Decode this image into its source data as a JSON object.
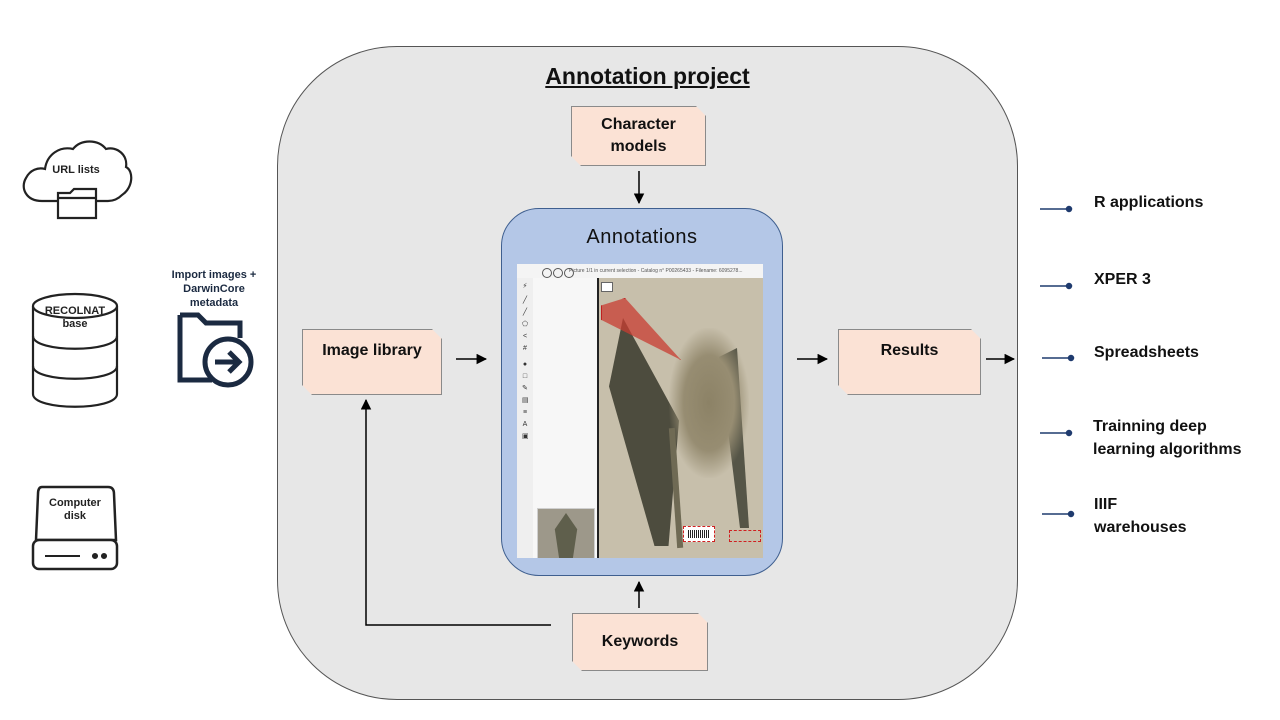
{
  "project": {
    "title": "Annotation project"
  },
  "sources": [
    {
      "label": "URL lists",
      "icon": "cloud-folder-icon"
    },
    {
      "label": "RECOLNAT base",
      "icon": "database-icon"
    },
    {
      "label": "Computer disk",
      "icon": "disk-drive-icon"
    }
  ],
  "import": {
    "label": "Import images + DarwinCore metadata",
    "icon": "folder-import-icon"
  },
  "nodes": {
    "character_models": "Character models",
    "image_library": "Image library",
    "annotations": "Annotations",
    "results": "Results",
    "keywords": "Keywords"
  },
  "screenshot": {
    "caption": "Picture 1/1 in current selection - Catalog n° P00265433 - Filename: 6095278..."
  },
  "outputs": [
    {
      "label": "R applications"
    },
    {
      "label": "XPER 3"
    },
    {
      "label": "Spreadsheets"
    },
    {
      "label": "Trainning deep learning algorithms"
    },
    {
      "label": "IIIF warehouses"
    }
  ],
  "colors": {
    "panel": "#e7e7e7",
    "note": "#fbe2d5",
    "annotations_panel": "#b4c7e7",
    "output_pins": "#1f3b6e",
    "icon_dark": "#1b2a41"
  }
}
